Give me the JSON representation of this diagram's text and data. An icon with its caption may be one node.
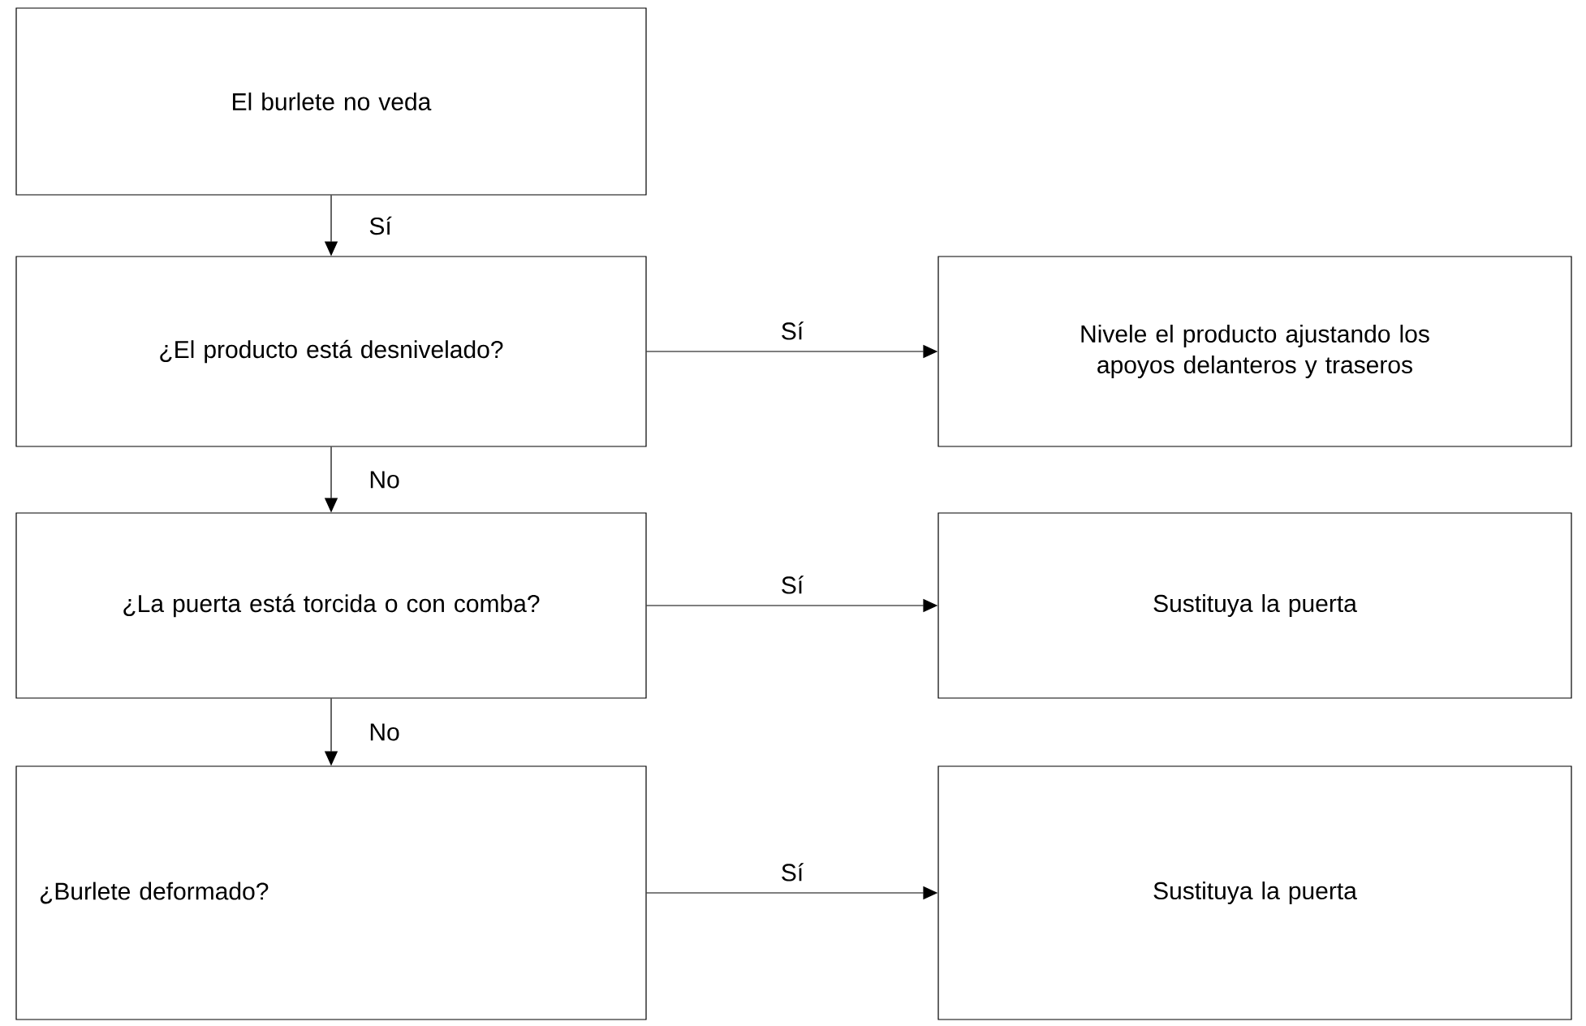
{
  "diagram": {
    "nodes": [
      {
        "text": [
          "El burlete no veda"
        ]
      },
      {
        "text": [
          "¿El producto está desnivelado?"
        ]
      },
      {
        "text": [
          "Nivele el producto ajustando los apoyos delanteros y traseros"
        ]
      },
      {
        "text": [
          "¿La puerta está torcida o con comba?"
        ]
      },
      {
        "text": [
          "Sustituya la puerta"
        ]
      },
      {
        "text": [
          "¿Burlete deformado?"
        ]
      },
      {
        "text": [
          "Sustituya la puerta"
        ]
      }
    ],
    "edges": [
      {
        "from": 0,
        "to": 1,
        "arrow": "to",
        "label": "Sí"
      },
      {
        "from": 1,
        "to": 2,
        "arrow": "to",
        "label": "Sí"
      },
      {
        "from": 1,
        "to": 3,
        "arrow": "to",
        "label": "No"
      },
      {
        "from": 3,
        "to": 4,
        "arrow": "to",
        "label": "Sí"
      },
      {
        "from": 3,
        "to": 5,
        "arrow": "to",
        "label": "No"
      },
      {
        "from": 5,
        "to": 6,
        "arrow": "to",
        "label": "Sí"
      }
    ]
  }
}
